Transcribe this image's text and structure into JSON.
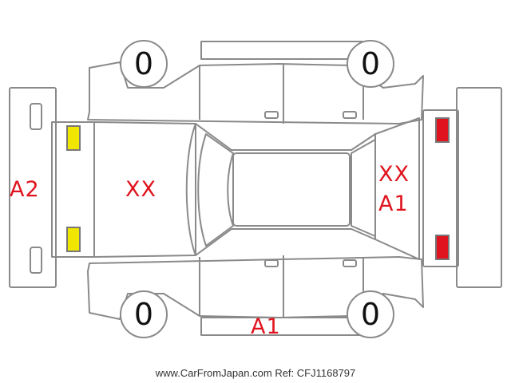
{
  "tires": {
    "front_left": "0",
    "front_right": "0",
    "rear_left": "0",
    "rear_right": "0"
  },
  "marks": {
    "front_bumper": "A2",
    "hood": "XX",
    "rear_window": "XX",
    "rear_panel": "A1",
    "side_lower": "A1"
  },
  "footer": {
    "site": "www.CarFromJapan.com",
    "ref": "Ref: CFJ1168797"
  },
  "colors": {
    "damage": "#e0141e",
    "front_light": "#f0e600",
    "rear_light": "#e0141e",
    "outline": "#8a8a8a"
  }
}
